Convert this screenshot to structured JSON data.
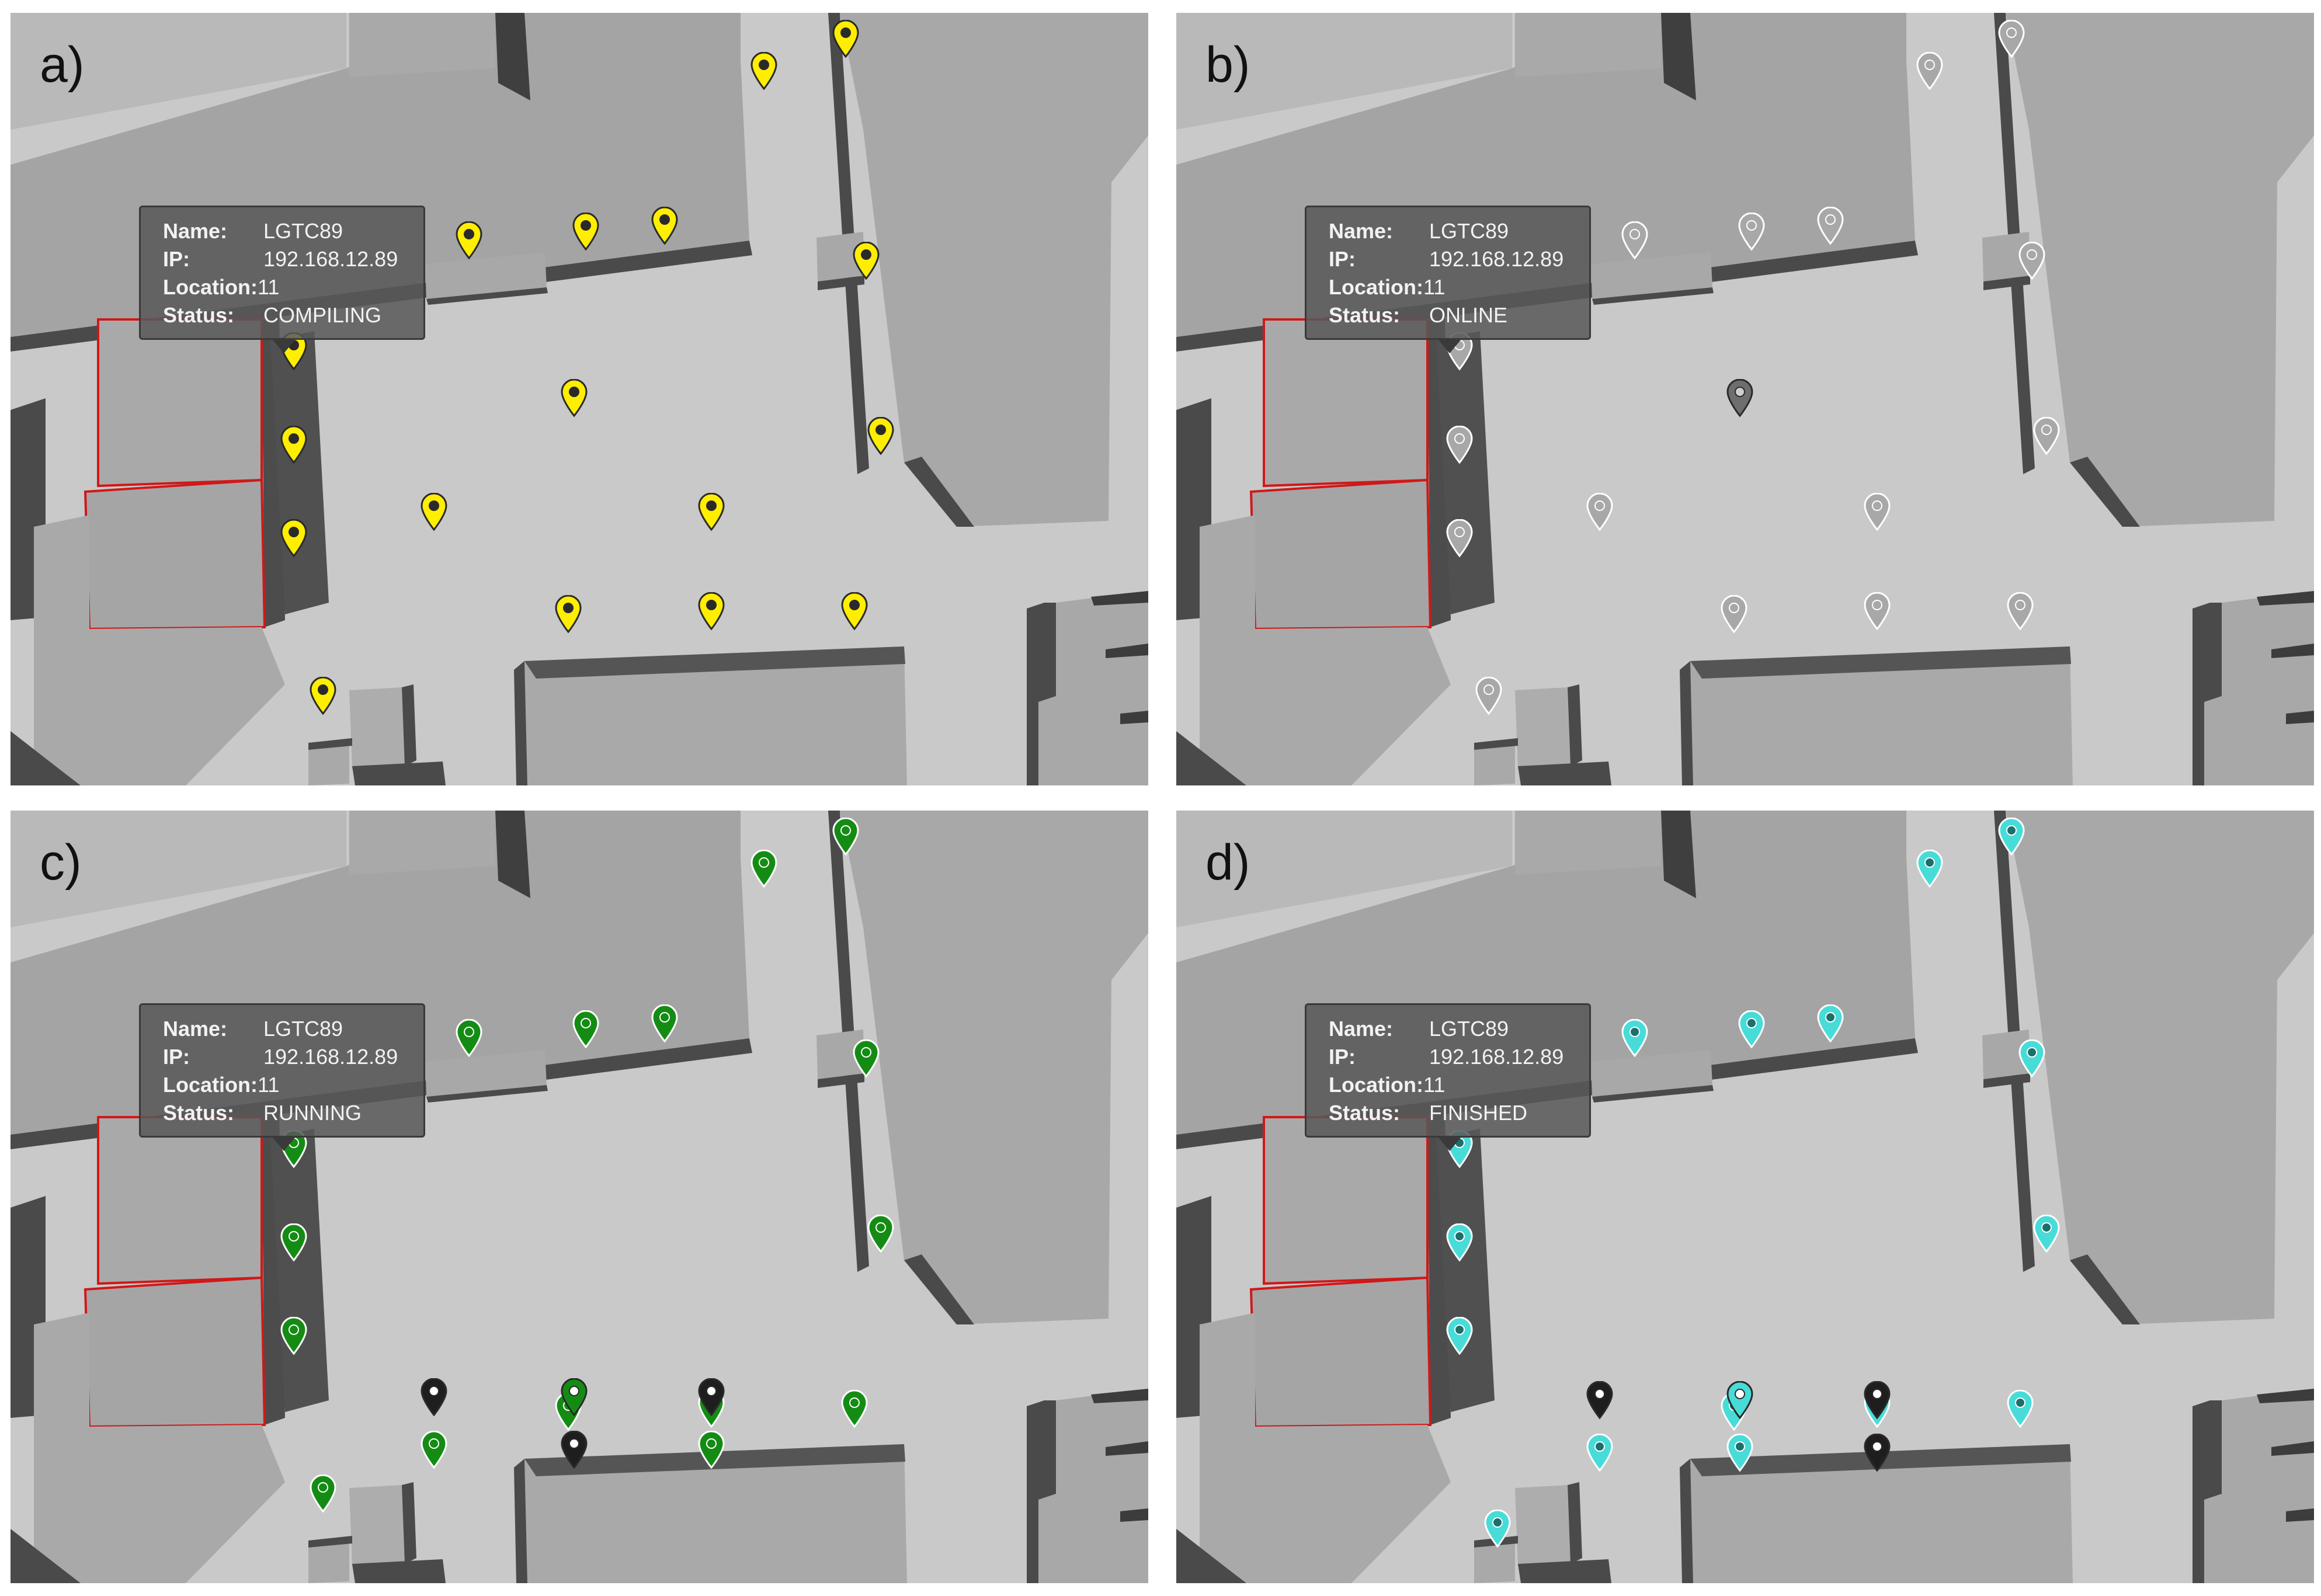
{
  "colors": {
    "compiling": "#ffee00",
    "online": "#a8a8a8",
    "online_selected": "#6e6e6e",
    "running": "#148c14",
    "finished": "#48dcd8",
    "offline": "#1e1e1e",
    "highlight_outline": "#d01818"
  },
  "node": {
    "name_label": "Name:",
    "name_value": "LGTC89",
    "ip_label": "IP:",
    "ip_value": "192.168.12.89",
    "location_label": "Location:",
    "location_value": "11",
    "status_label": "Status:"
  },
  "panels": [
    {
      "label": "a)",
      "status": "COMPILING",
      "marker_color": "compiling",
      "icon": "map-pin-icon"
    },
    {
      "label": "b)",
      "status": "ONLINE",
      "marker_color": "online",
      "icon": "map-pin-icon"
    },
    {
      "label": "c)",
      "status": "RUNNING",
      "marker_color": "running",
      "icon": "map-pin-icon"
    },
    {
      "label": "d)",
      "status": "FINISHED",
      "marker_color": "finished",
      "icon": "map-pin-icon"
    }
  ]
}
